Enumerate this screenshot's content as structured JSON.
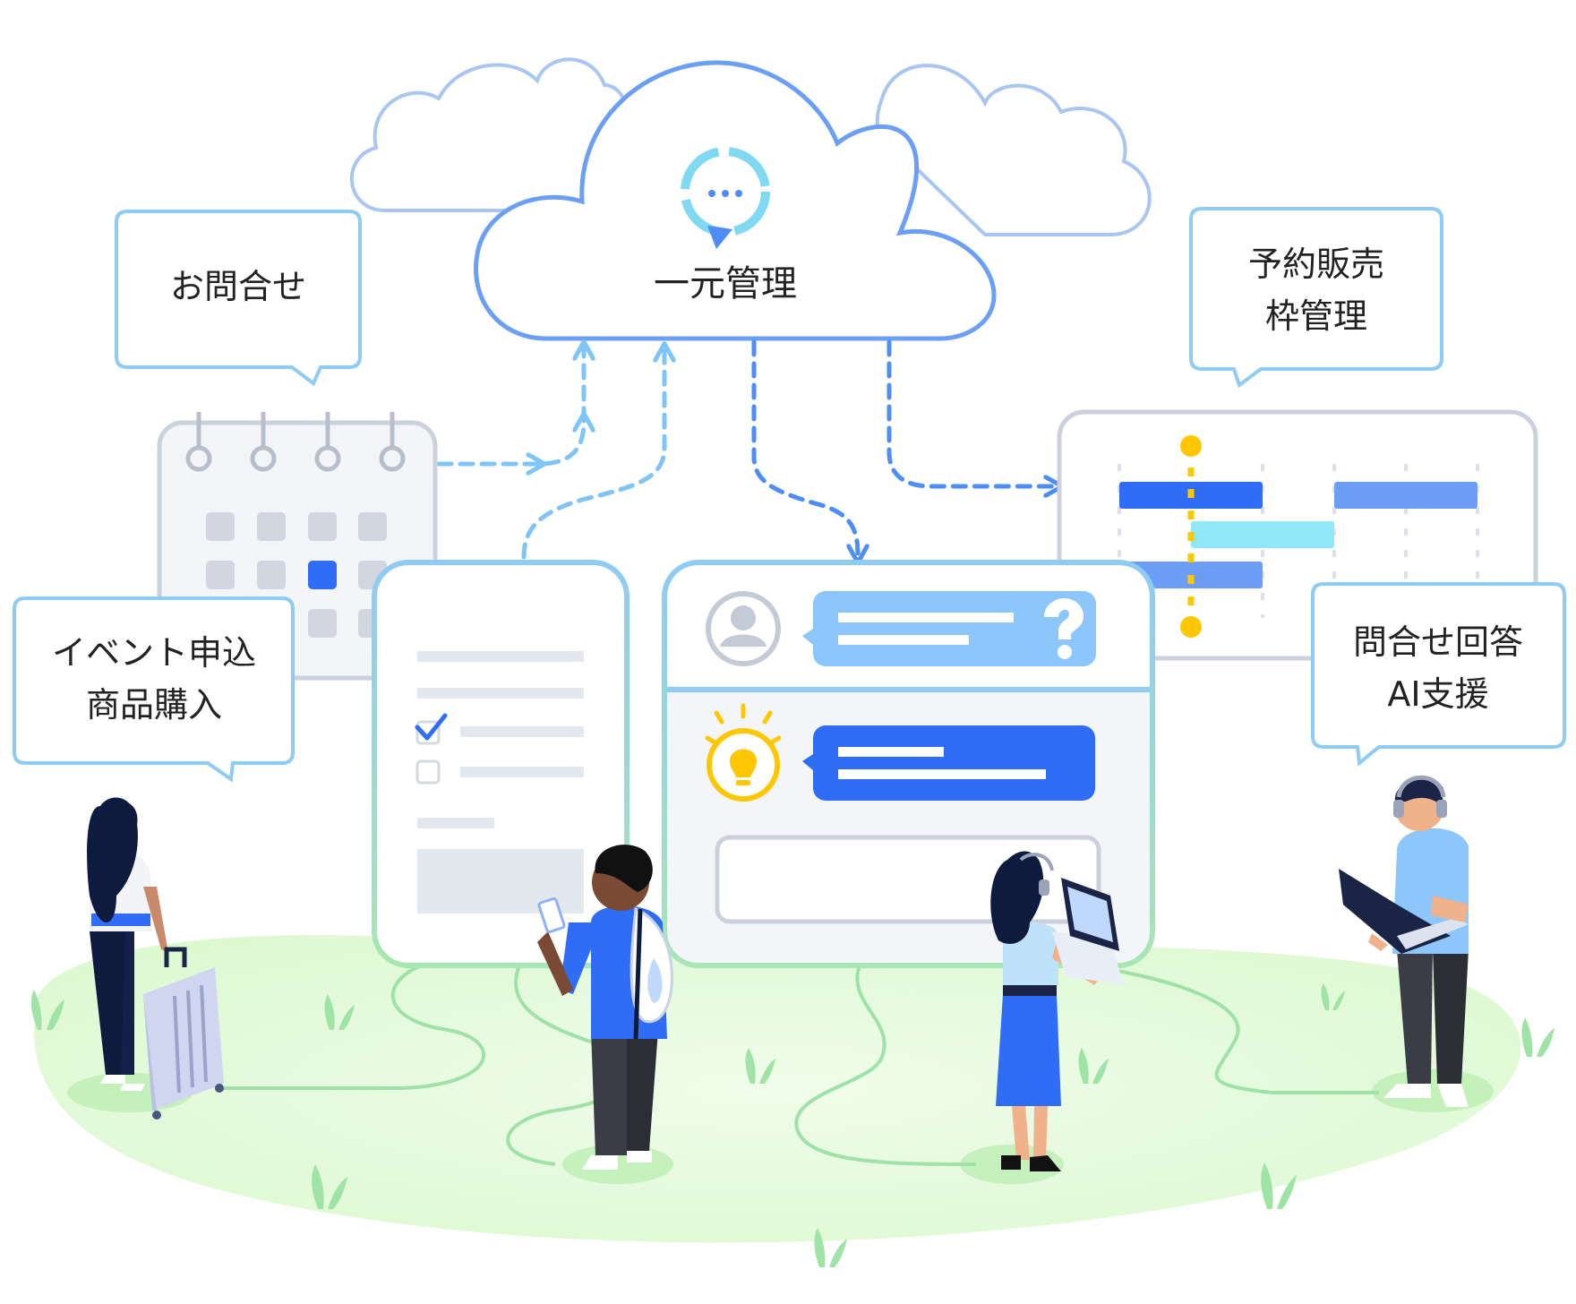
{
  "cloud": {
    "label": "一元管理"
  },
  "bubbles": {
    "inquiry": {
      "line1": "お問合せ"
    },
    "reservation": {
      "line1": "予約販売",
      "line2": "枠管理"
    },
    "event": {
      "line1": "イベント申込",
      "line2": "商品購入"
    },
    "ai": {
      "line1": "問合せ回答",
      "line2": "AI支援"
    }
  },
  "colors": {
    "cloud_stroke": "#6B9EF5",
    "bubble_stroke": "#8ECBF5",
    "arrow_light": "#7FC4F7",
    "arrow_dark": "#4D8DF5",
    "accent_blue": "#2F6DF6",
    "chat_light": "#8CC6FA",
    "yellow": "#FFC700",
    "ground": "#E3FAD9"
  }
}
